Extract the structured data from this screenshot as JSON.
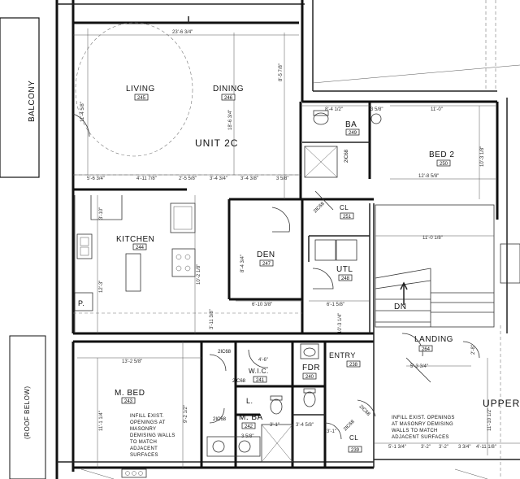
{
  "unit": "UNIT 2C",
  "outside": {
    "balcony": "BALCONY",
    "roof_below": "(ROOF BELOW)",
    "upper": "UPPER"
  },
  "rooms": {
    "living": {
      "name": "LIVING",
      "num": "245"
    },
    "dining": {
      "name": "DINING",
      "num": "246"
    },
    "ba": {
      "name": "BA",
      "num": "249"
    },
    "bed2": {
      "name": "BED 2",
      "num": "250"
    },
    "cl251": {
      "name": "CL",
      "num": "251"
    },
    "kitchen": {
      "name": "KITCHEN",
      "num": "244"
    },
    "den": {
      "name": "DEN",
      "num": "247"
    },
    "utl": {
      "name": "UTL",
      "num": "248"
    },
    "landing": {
      "name": "LANDING",
      "num": "264"
    },
    "dn": {
      "name": "DN"
    },
    "mbed": {
      "name": "M. BED",
      "num": "243"
    },
    "wic": {
      "name": "W.I.C.",
      "num": "241"
    },
    "fdr": {
      "name": "FDR",
      "num": "240"
    },
    "entry": {
      "name": "ENTRY",
      "num": "238"
    },
    "mba": {
      "name": "M. BA",
      "num": "242"
    },
    "cl239": {
      "name": "CL",
      "num": "239"
    },
    "pantry": {
      "name": "P."
    },
    "linen": {
      "name": "L."
    }
  },
  "notes": {
    "left": [
      "INFILL EXIST.",
      "OPENINGS AT",
      "MASONRY",
      "DEMISING WALLS",
      "TO MATCH",
      "ADJACENT",
      "SURFACES"
    ],
    "right": [
      "INFILL EXIST. OPENINGS",
      "AT MASONRY DEMISING",
      "WALLS TO MATCH",
      "ADJACENT SURFACES"
    ]
  },
  "door_tags": [
    "2IC68",
    "2IC68",
    "2IC68",
    "2IC68",
    "2IC68",
    "2IC68",
    "2IC68"
  ],
  "dims": {
    "top": "23'-6 3/4\"",
    "living_h": "11'-4 5/8\"",
    "dining_h": "18'-6 3/4\"",
    "dining_h2": "8'-5 7/8\"",
    "ba_w": "8'-4 1/2\"",
    "ba_w2": "3 5/8\"",
    "bed2_w": "11'-0\"",
    "bed2_w2": "12'-8 5/8\"",
    "bed2_h": "10'-3 1/8\"",
    "row1_a": "5'-6 3/4\"",
    "row1_b": "4'-11 7/8\"",
    "row1_c": "2'-5 5/8\"",
    "row1_d": "3'-4 3/4\"",
    "row1_e": "3'-4 3/8\"",
    "row1_f": "3 5/8\"",
    "kitchen_h": "12'-3\"",
    "kitchen_v": "3'-10\"",
    "kitchen_v2": "10'-2 1/8\"",
    "den_h": "8'-4 3/4\"",
    "den_w": "6'-10 3/8\"",
    "utl_w": "6'-1 5/8\"",
    "stair_w": "11'-0 1/8\"",
    "stair_v": "3'-11 3/8\"",
    "mbed_w": "13'-2 5/8\"",
    "mbed_h": "11'-1 1/4\"",
    "mbed_v": "9'-2 1/2\"",
    "wic_w": "4'-6\"",
    "entry_v": "10'-3 1/4\"",
    "landing_v": "5'-3 3/4\"",
    "landing_h": "11'-10 1/2\"",
    "bottom_a": "5'-1 3/4\"",
    "bottom_b": "3'-2\"",
    "bottom_c": "3'-2\"",
    "bottom_d": "3 3/4\"",
    "bottom_e": "4'-11 1/8\"",
    "mba_a": "3'-1\"",
    "mba_b": "3 5/8\"",
    "mba_c": "3'-4 5/8\"",
    "mba_d": "3'-1\"",
    "right_v": "2'-8\""
  }
}
